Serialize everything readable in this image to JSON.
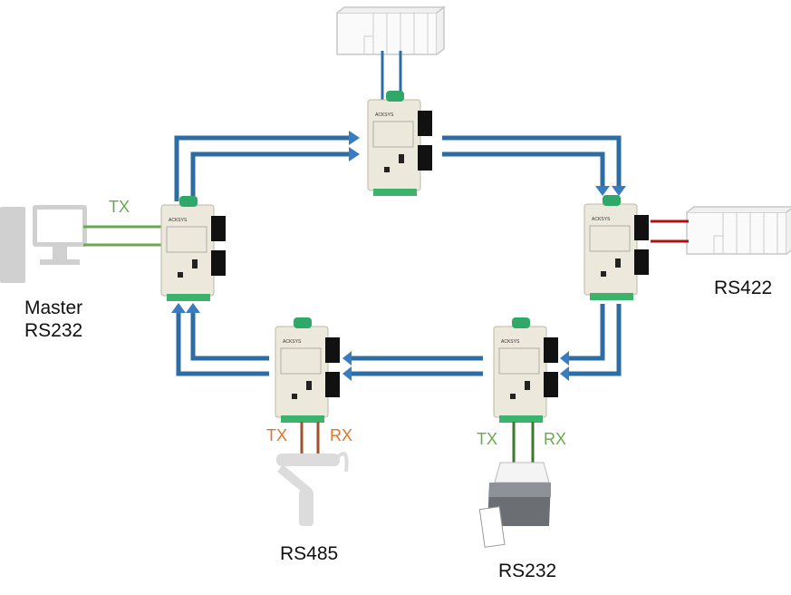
{
  "master": {
    "line1": "Master",
    "line2": "RS232",
    "signal": "TX"
  },
  "rs422": {
    "label": "RS422"
  },
  "rs485": {
    "label": "RS485",
    "tx": "TX",
    "rx": "RX"
  },
  "rs232_printer": {
    "label": "RS232",
    "tx": "TX",
    "rx": "RX"
  },
  "colors": {
    "ring": "#2e6da4",
    "green": "#6aa84f",
    "orange": "#c0622a",
    "red": "#b01010",
    "device_gray": "#cfcfcf"
  },
  "device_brand": "ACKSYS"
}
